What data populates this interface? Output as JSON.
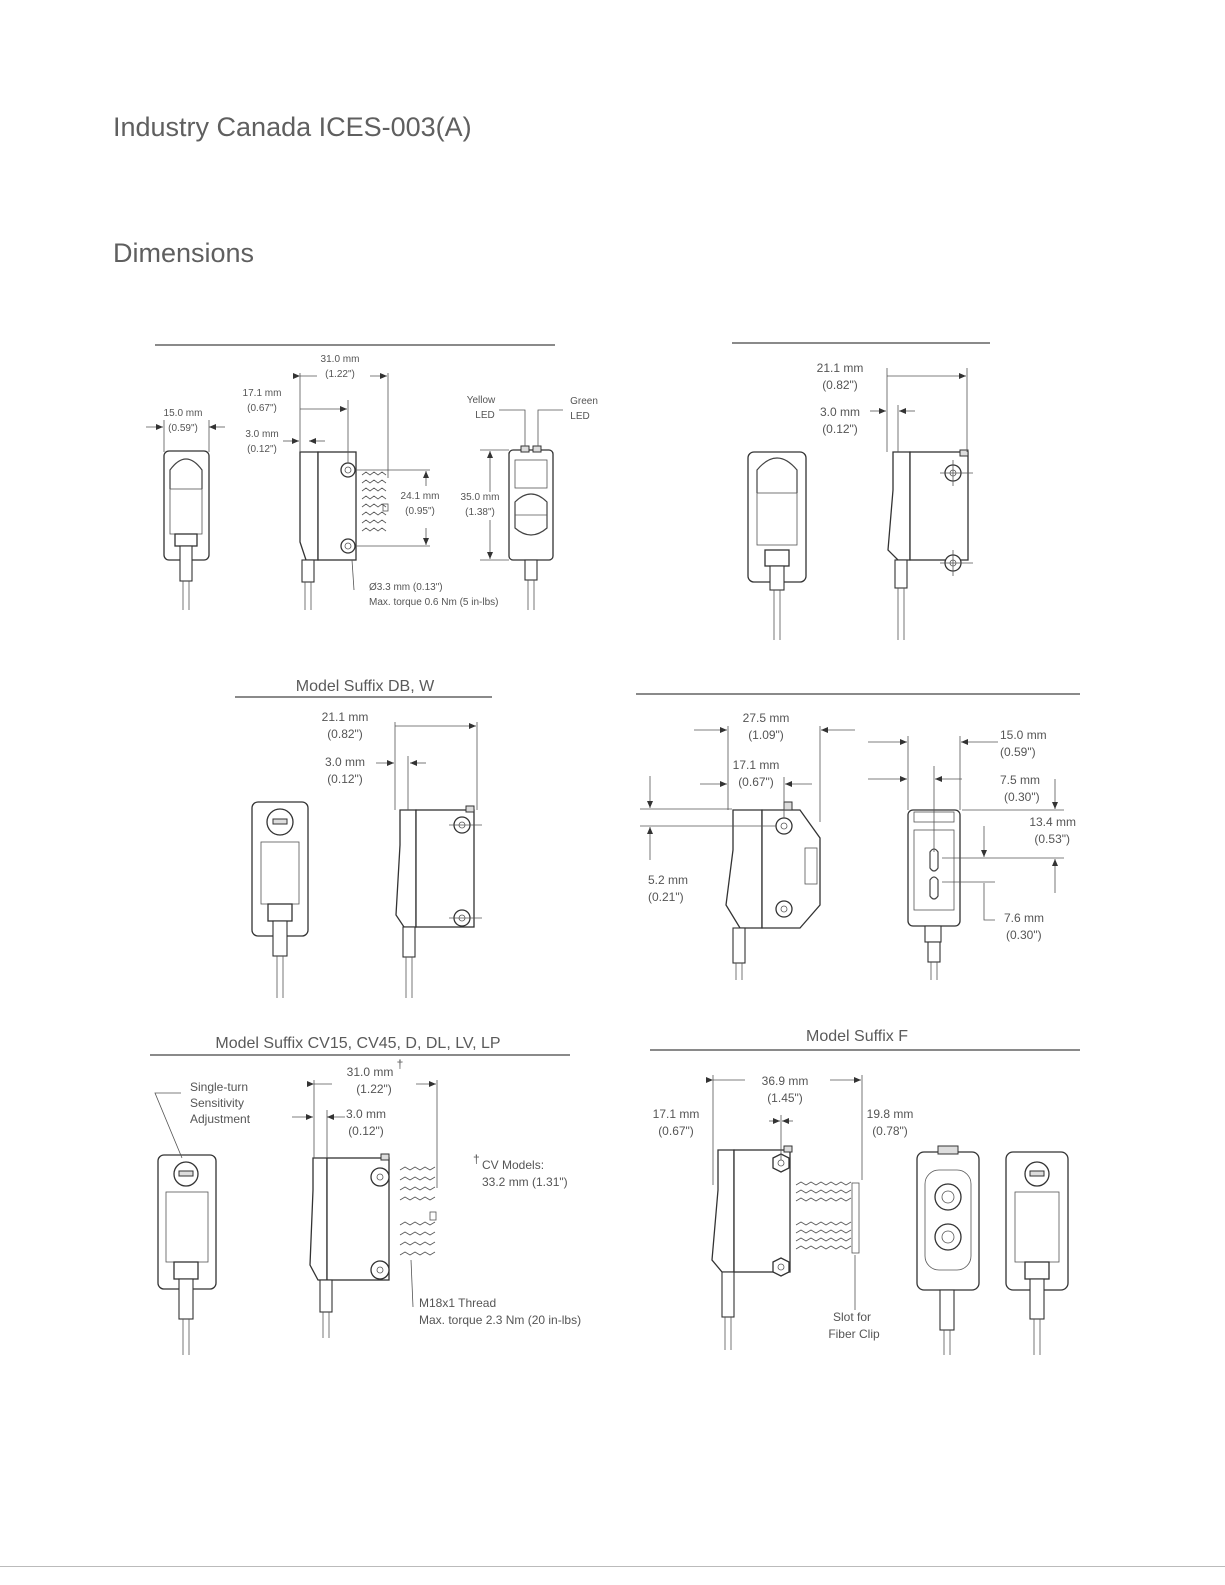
{
  "headings": {
    "industry": "Industry Canada ICES-003(A)",
    "dimensions": "Dimensions"
  },
  "captions": {
    "db_w": "Model Suffix DB, W",
    "cv": "Model Suffix CV15, CV45, D, DL, LV, LP",
    "f": "Model Suffix F"
  },
  "fig1": {
    "d31": "31.0 mm",
    "d31i": "(1.22\")",
    "d17": "17.1 mm",
    "d17i": "(0.67\")",
    "d15": "15.0 mm",
    "d15i": "(0.59\")",
    "d3": "3.0 mm",
    "d3i": "(0.12\")",
    "d24": "24.1 mm",
    "d24i": "(0.95\")",
    "d35": "35.0 mm",
    "d35i": "(1.38\")",
    "yellow1": "Yellow",
    "yellow2": "LED",
    "green1": "Green",
    "green2": "LED",
    "hole": "Ø3.3 mm (0.13\")",
    "torque": "Max. torque 0.6 Nm (5 in-lbs)"
  },
  "fig2": {
    "d21": "21.1 mm",
    "d21i": "(0.82\")",
    "d3": "3.0 mm",
    "d3i": "(0.12\")"
  },
  "fig3": {
    "d21": "21.1 mm",
    "d21i": "(0.82\")",
    "d3": "3.0 mm",
    "d3i": "(0.12\")"
  },
  "fig4": {
    "d27": "27.5 mm",
    "d27i": "(1.09\")",
    "d17": "17.1 mm",
    "d17i": "(0.67\")",
    "d5": "5.2 mm",
    "d5i": "(0.21\")",
    "d15": "15.0 mm",
    "d15i": "(0.59\")",
    "d75": "7.5 mm",
    "d75i": "(0.30\")",
    "d13": "13.4 mm",
    "d13i": "(0.53\")",
    "d76": "7.6 mm",
    "d76i": "(0.30\")"
  },
  "fig5": {
    "d31": "31.0 mm",
    "dagger": "†",
    "d31i": "(1.22\")",
    "d3": "3.0 mm",
    "d3i": "(0.12\")",
    "adj1": "Single-turn",
    "adj2": "Sensitivity",
    "adj3": "Adjustment",
    "cv1": "CV Models:",
    "cv2": "33.2 mm (1.31\")",
    "thread": "M18x1 Thread",
    "torque": "Max. torque 2.3 Nm (20 in-lbs)"
  },
  "fig6": {
    "d369": "36.9 mm",
    "d369i": "(1.45\")",
    "d17": "17.1 mm",
    "d17i": "(0.67\")",
    "d19": "19.8 mm",
    "d19i": "(0.78\")",
    "slot1": "Slot for",
    "slot2": "Fiber Clip"
  }
}
